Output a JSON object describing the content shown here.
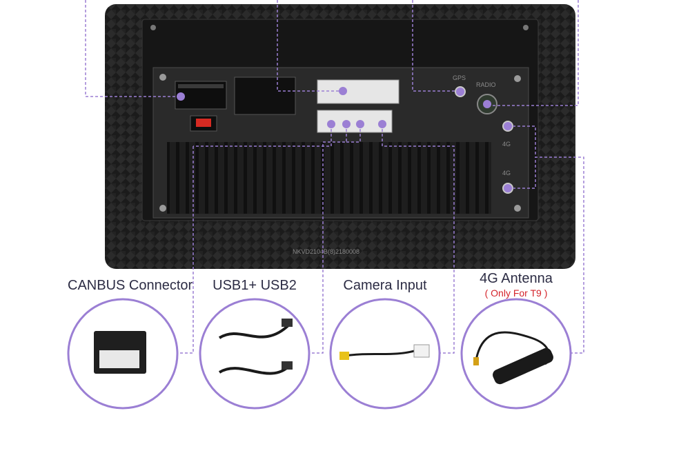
{
  "device": {
    "port_markings": {
      "gps": "GPS",
      "radio": "RADIO",
      "fourg_1": "4G",
      "fourg_2": "4G"
    },
    "serial": "NKVD2104B(8)2180008"
  },
  "accessories": [
    {
      "key": "canbus",
      "label": "CANBUS Connector",
      "note": ""
    },
    {
      "key": "usb",
      "label": "USB1+ USB2",
      "note": ""
    },
    {
      "key": "camera",
      "label": "Camera Input",
      "note": ""
    },
    {
      "key": "antenna",
      "label": "4G Antenna",
      "note": "( Only For T9 )"
    }
  ],
  "colors": {
    "accent": "#9b7fd4",
    "label_text": "#2c2c44",
    "note_text": "#d4232a",
    "device_body": "#1c1c1c"
  }
}
